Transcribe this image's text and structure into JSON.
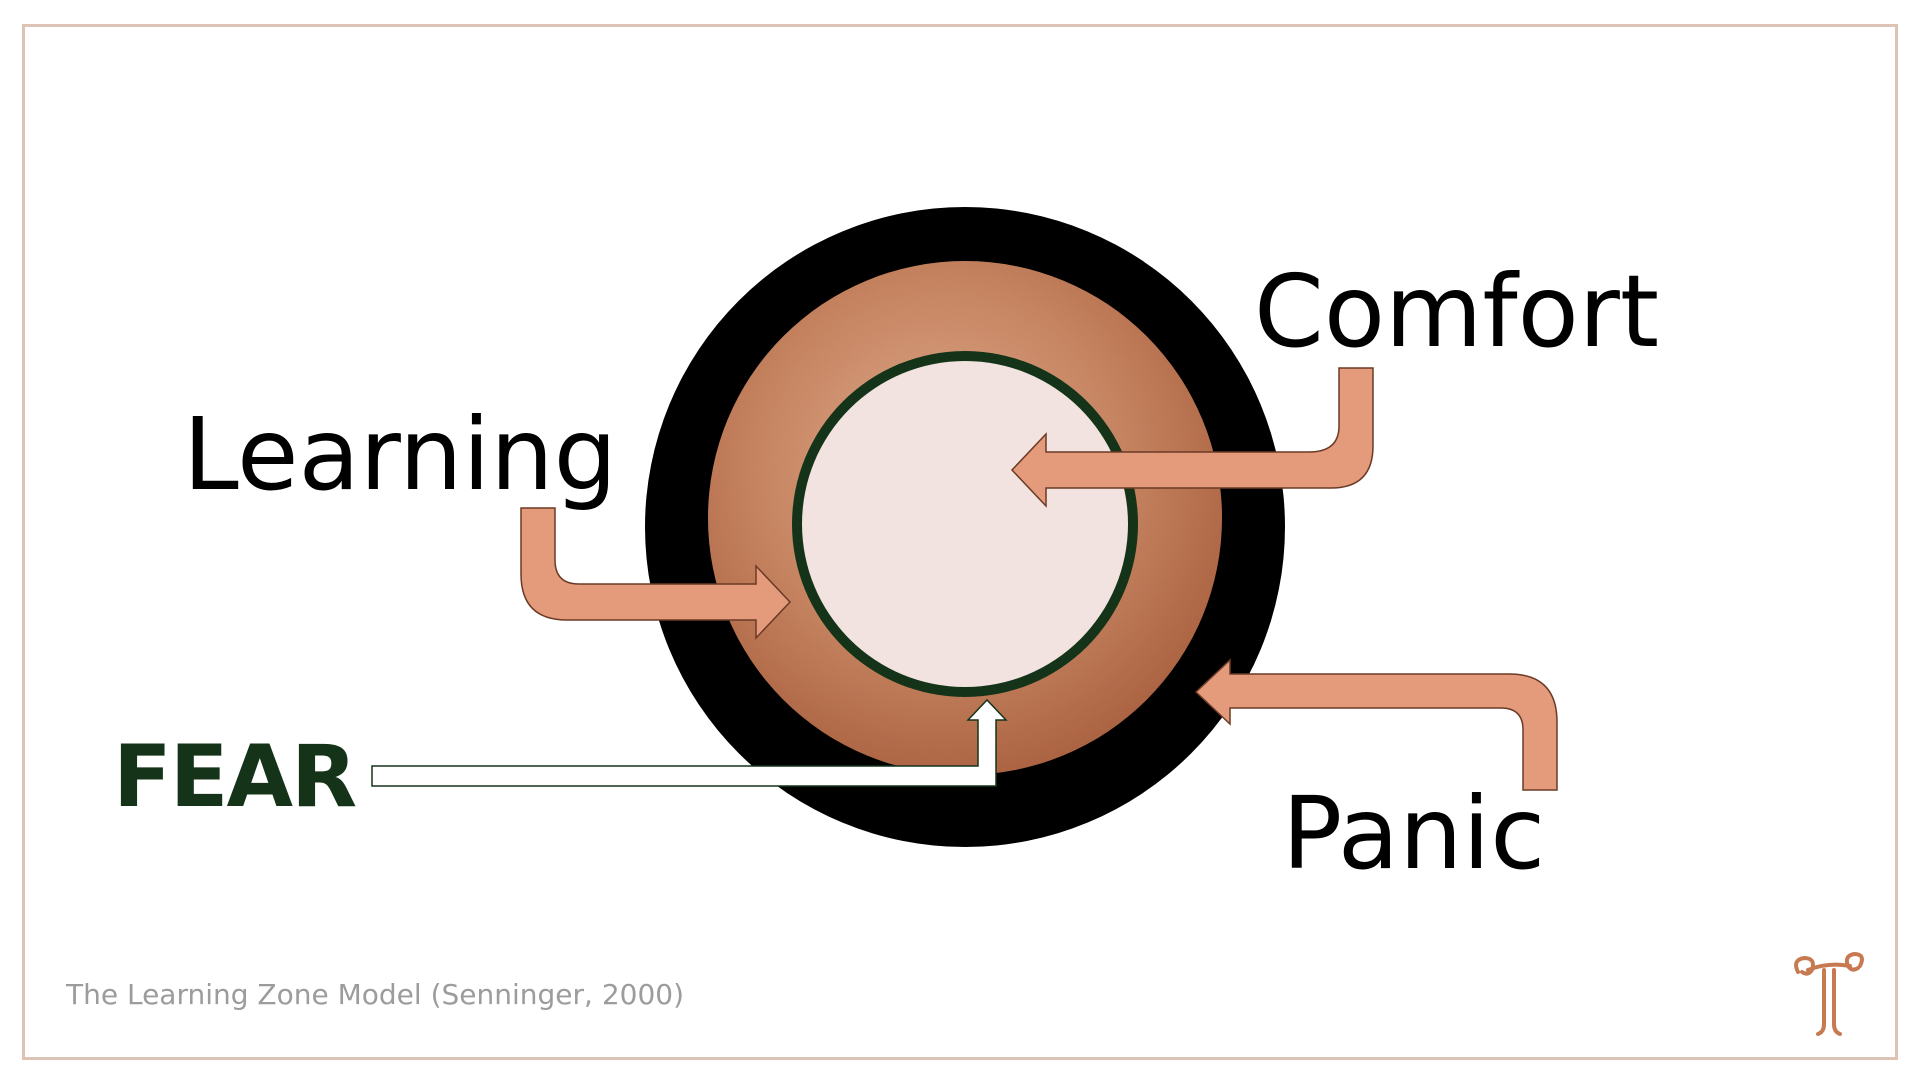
{
  "diagram": {
    "labels": {
      "learning": "Learning",
      "comfort": "Comfort",
      "panic": "Panic",
      "fear": "FEAR"
    },
    "caption": "The Learning Zone Model (Senninger, 2000)"
  },
  "colors": {
    "panic_ring": "#000000",
    "learning_ring": "#c98360",
    "comfort_ring_border": "#143318",
    "comfort_fill": "#f2e3e0",
    "arrow_fill": "#e39b7b",
    "arrow_stroke": "#6b3a26",
    "fear_text": "#143318",
    "frame_border": "#dcc3b6",
    "caption_text": "#9c9c9c",
    "logo": "#c77a52"
  },
  "icons": {
    "logo": "decorative-column-logo-icon"
  }
}
